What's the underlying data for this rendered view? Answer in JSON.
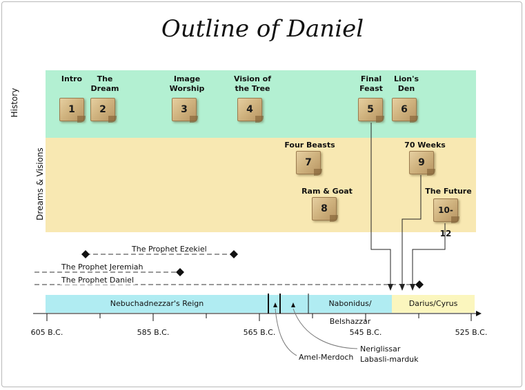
{
  "title": "Outline of Daniel",
  "rows": {
    "history": "History",
    "dreams": "Dreams & Visions"
  },
  "history_items": [
    {
      "label": "Intro",
      "number": "1"
    },
    {
      "label": "The\nDream",
      "number": "2"
    },
    {
      "label": "Image\nWorship",
      "number": "3"
    },
    {
      "label": "Vision of\nthe Tree",
      "number": "4"
    },
    {
      "label": "Final\nFeast",
      "number": "5"
    },
    {
      "label": "Lion's\nDen",
      "number": "6"
    }
  ],
  "dream_items": [
    {
      "label": "Four Beasts",
      "number": "7"
    },
    {
      "label": "Ram & Goat",
      "number": "8"
    },
    {
      "label": "70 Weeks",
      "number": "9"
    },
    {
      "label": "The Future",
      "number": "10-12"
    }
  ],
  "prophets": {
    "ezekiel": "The Prophet Ezekiel",
    "jeremiah": "The Prophet Jeremiah",
    "daniel": "The Prophet Daniel"
  },
  "reigns": {
    "nebuchadnezzar": "Nebuchadnezzar's Reign",
    "nabonidus": "Nabonidus/ Belshazzar",
    "darius": "Darius/Cyrus"
  },
  "axis_ticks": [
    "605 B.C.",
    "585 B.C.",
    "565 B.C.",
    "545 B.C.",
    "525 B.C."
  ],
  "kings": {
    "amel": "Amel-Merdoch",
    "neriglissar": "Neriglissar",
    "labasli": "Labasli-marduk"
  },
  "colors": {
    "history_band": "#b3f0d2",
    "dreams_band": "#f8e8b2",
    "reign_blue": "#b0ecf2",
    "reign_yellow": "#fbf6be",
    "scroll": "#cfb27e"
  }
}
